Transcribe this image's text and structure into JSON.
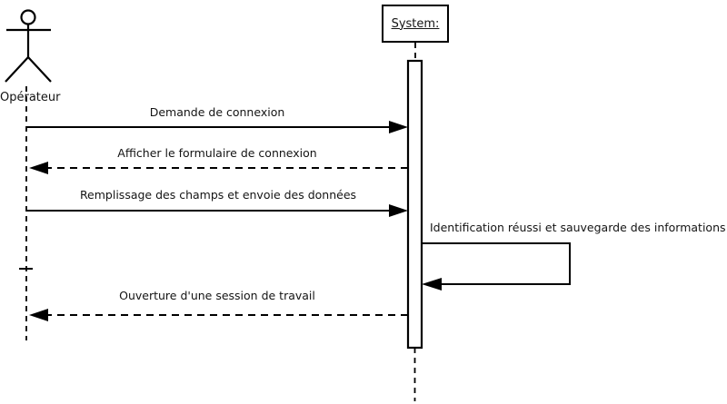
{
  "diagram": {
    "kind": "uml-sequence-diagram",
    "colors": {
      "background": "#ffffff",
      "stroke": "#000000",
      "text": "#141414"
    }
  },
  "actors": {
    "operator": {
      "label": "Opérateur",
      "type": "actor-stick-figure"
    },
    "system": {
      "label": "System:",
      "type": "object-box",
      "underlined": true
    }
  },
  "messages": [
    {
      "index": 1,
      "label": "Demande de connexion",
      "from": "Opérateur",
      "to": "System",
      "line": "solid",
      "direction": "right"
    },
    {
      "index": 2,
      "label": "Afficher le formulaire de connexion",
      "from": "System",
      "to": "Opérateur",
      "line": "dashed",
      "direction": "left"
    },
    {
      "index": 3,
      "label": "Remplissage des champs et envoie des données",
      "from": "Opérateur",
      "to": "System",
      "line": "solid",
      "direction": "right"
    },
    {
      "index": 4,
      "label": "Identification réussi et sauvegarde des informations",
      "from": "System",
      "to": "System",
      "line": "solid",
      "direction": "self-loop"
    },
    {
      "index": 5,
      "label": "Ouverture d'une session de travail",
      "from": "System",
      "to": "Opérateur",
      "line": "dashed",
      "direction": "left"
    }
  ]
}
